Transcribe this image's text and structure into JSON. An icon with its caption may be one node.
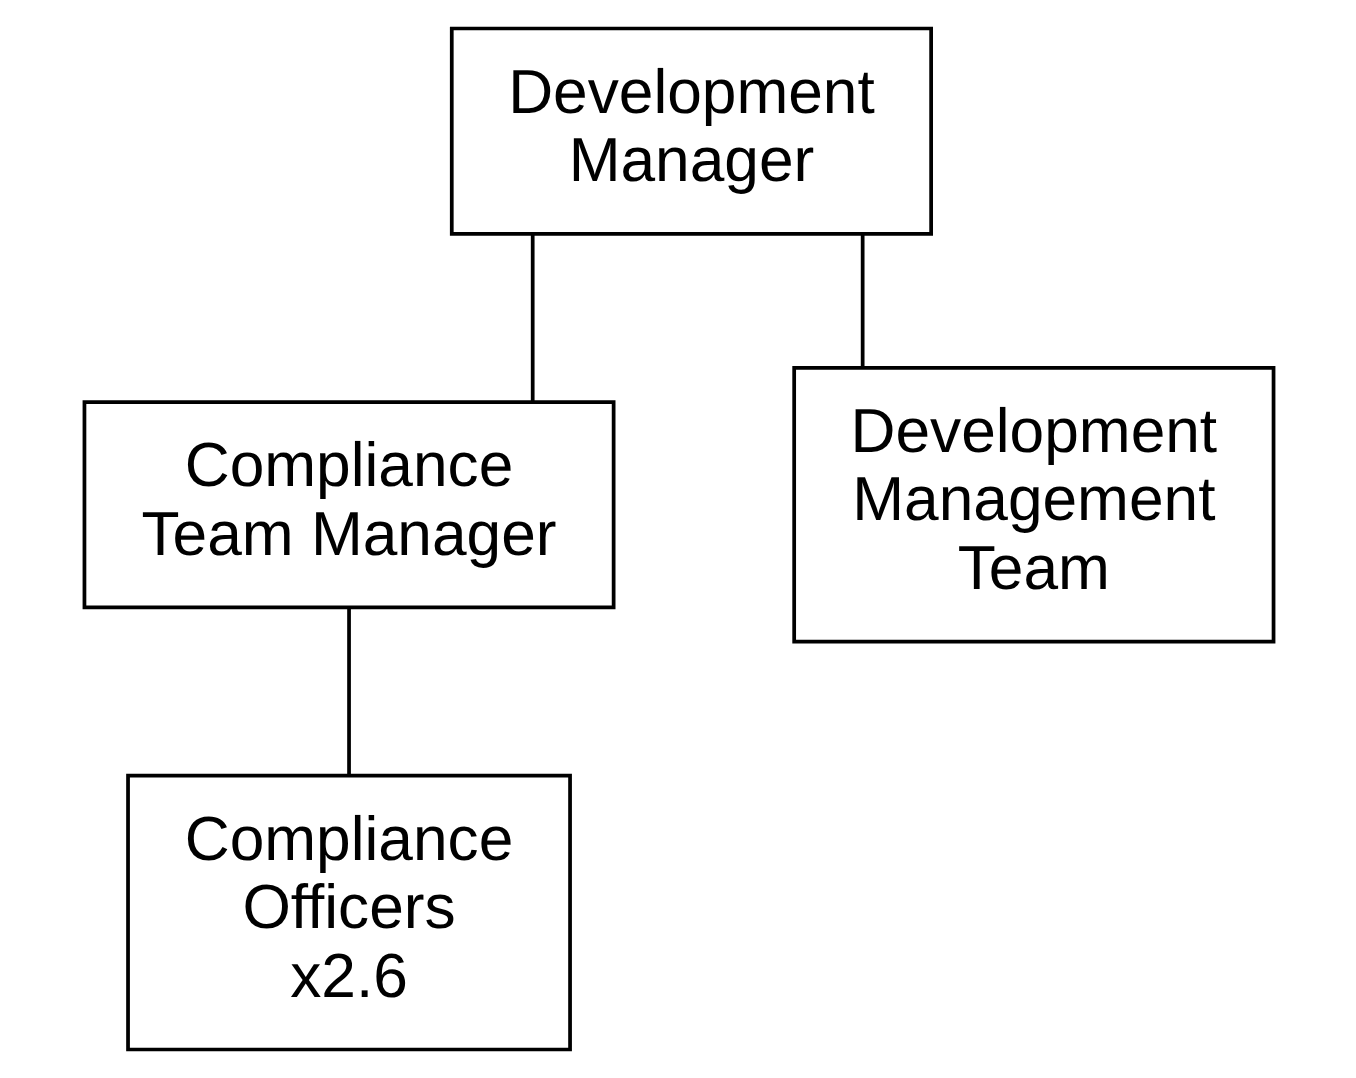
{
  "diagram": {
    "nodes": [
      {
        "text": [
          "Development Manager"
        ]
      },
      {
        "text": [
          "Compliance Team Manager"
        ]
      },
      {
        "text": [
          "Development Management Team"
        ]
      },
      {
        "text": [
          "Compliance Officers x2.6"
        ]
      }
    ],
    "edges": [
      {
        "from": 0,
        "to": 1,
        "arrow": "none"
      },
      {
        "from": 0,
        "to": 2,
        "arrow": "none"
      },
      {
        "from": 1,
        "to": 3,
        "arrow": "none"
      }
    ]
  }
}
